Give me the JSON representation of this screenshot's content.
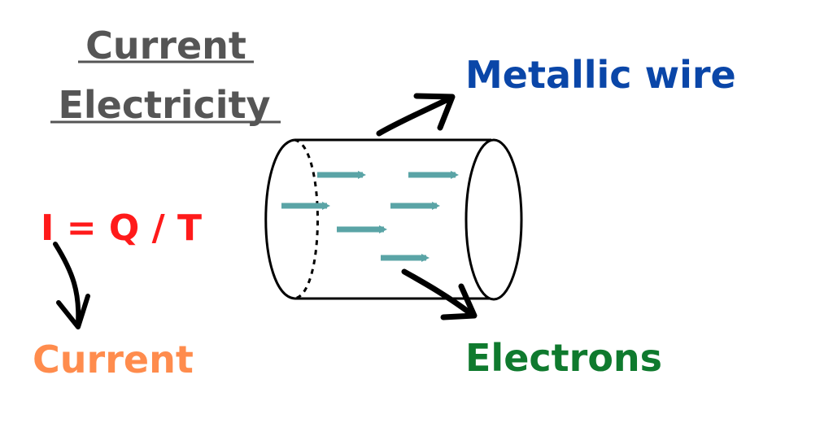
{
  "title": {
    "line1": "Current",
    "line2": "Electricity",
    "color": "#555555"
  },
  "formula": {
    "text": "I = Q / T",
    "color": "#ff1a1a"
  },
  "labels": {
    "current": {
      "text": "Current",
      "color": "#ff8c4d"
    },
    "wire": {
      "text": "Metallic wire",
      "color": "#0a46a8"
    },
    "electrons": {
      "text": "Electrons",
      "color": "#0f7a2e"
    }
  },
  "colors": {
    "electron_arrow": "#5aa4a6",
    "outline": "#000000"
  }
}
